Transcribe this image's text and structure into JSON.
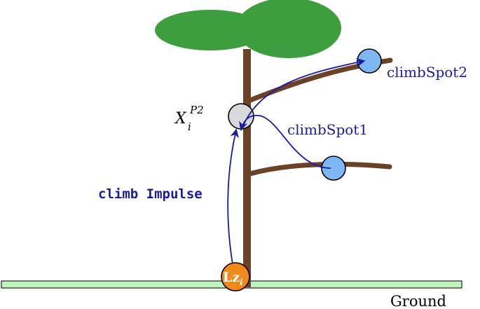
{
  "labels": {
    "x_main": "X",
    "x_sub": "i",
    "x_sup": "P2",
    "climb_spot_1": "climbSpot1",
    "climb_spot_2": "climbSpot2",
    "climb_impulse": "climb Impulse",
    "ground": "Ground",
    "lz_main": "Lz",
    "lz_sub": "i"
  },
  "colors": {
    "canopy": "#3d9e3e",
    "trunk": "#6b4226",
    "branch": "#6b4226",
    "ground_fill": "#bdf5bb",
    "node_gray": "#d9d9d9",
    "node_blue": "#7fb7f5",
    "node_orange": "#f0891a",
    "arrow": "#1a1aa6",
    "label_blue": "#1a1aa6",
    "label_black": "#000000"
  }
}
